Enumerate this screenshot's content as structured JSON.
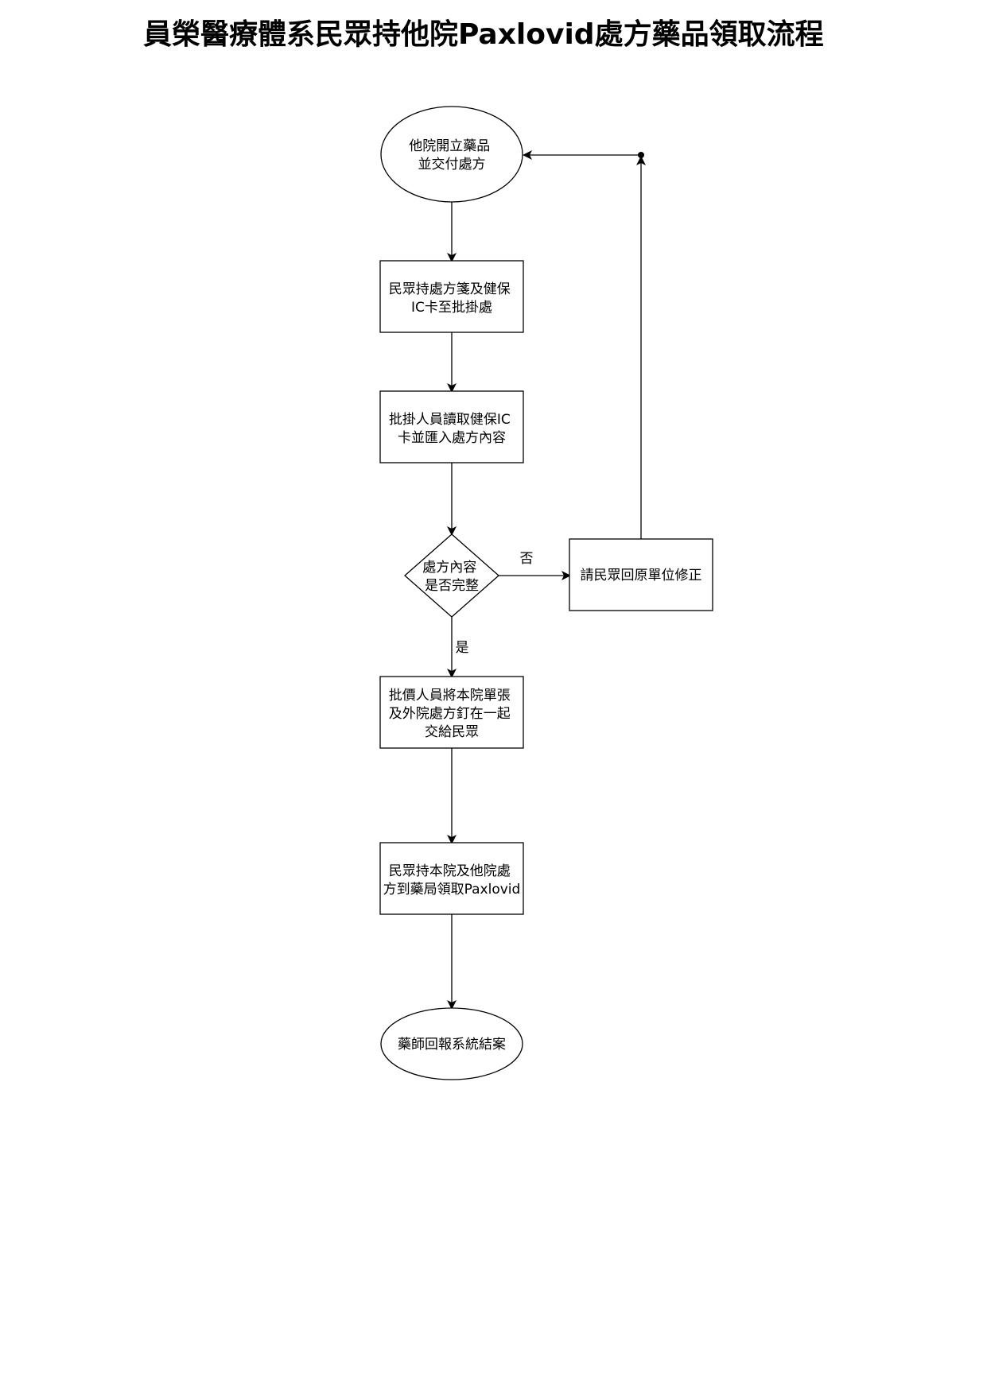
{
  "title": "員榮醫療體系民眾持他院Paxlovid處方藥品領取流程",
  "colors": {
    "stroke": "#000000",
    "fill": "#ffffff",
    "text": "#000000"
  },
  "nodes": {
    "start": {
      "shape": "ellipse",
      "lines": [
        "他院開立藥品",
        "並交付處方"
      ]
    },
    "step1": {
      "shape": "rectangle",
      "lines": [
        "民眾持處方箋及健保",
        "IC卡至批掛處"
      ]
    },
    "step2": {
      "shape": "rectangle",
      "lines": [
        "批掛人員讀取健保IC",
        "卡並匯入處方內容"
      ]
    },
    "decision": {
      "shape": "diamond",
      "lines": [
        "處方內容",
        "是否完整"
      ]
    },
    "fix": {
      "shape": "rectangle",
      "lines": [
        "請民眾回原單位修正"
      ]
    },
    "step3": {
      "shape": "rectangle",
      "lines": [
        "批價人員將本院單張",
        "及外院處方釘在一起",
        "交給民眾"
      ]
    },
    "step4": {
      "shape": "rectangle",
      "lines": [
        "民眾持本院及他院處",
        "方到藥局領取Paxlovid"
      ]
    },
    "end": {
      "shape": "ellipse",
      "lines": [
        "藥師回報系統結案"
      ]
    }
  },
  "edges": {
    "no_label": "否",
    "yes_label": "是"
  }
}
